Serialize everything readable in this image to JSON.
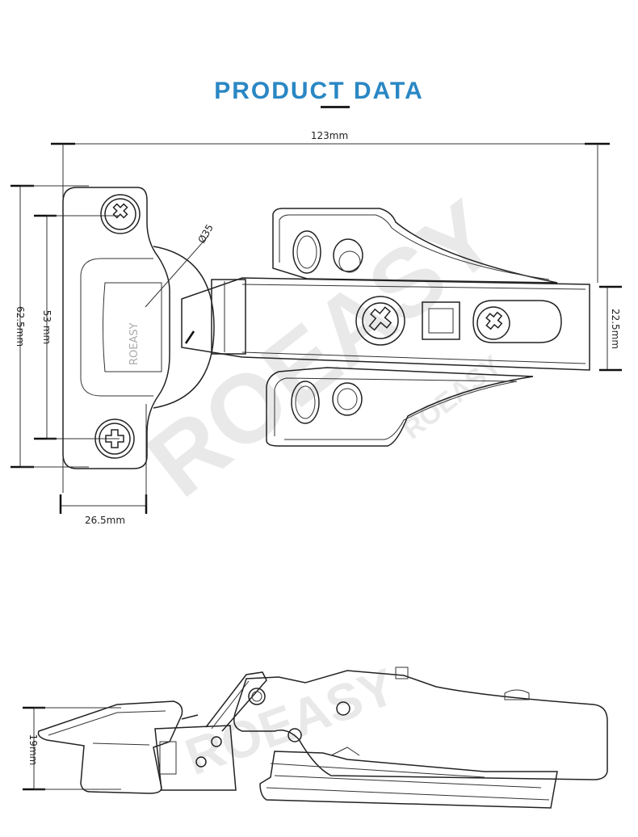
{
  "title": "PRODUCT DATA",
  "colors": {
    "accent": "#2a87c4",
    "line": "#222222",
    "watermark": "#e6e6e6"
  },
  "brand": "ROEASY",
  "dimensions": {
    "width_total": "123mm",
    "height_total": "62.5mm",
    "hole_spacing": "53 mm",
    "base_width": "26.5mm",
    "arm_height": "22.5mm",
    "cup_diameter": "Ø35",
    "side_height": "19mm"
  }
}
